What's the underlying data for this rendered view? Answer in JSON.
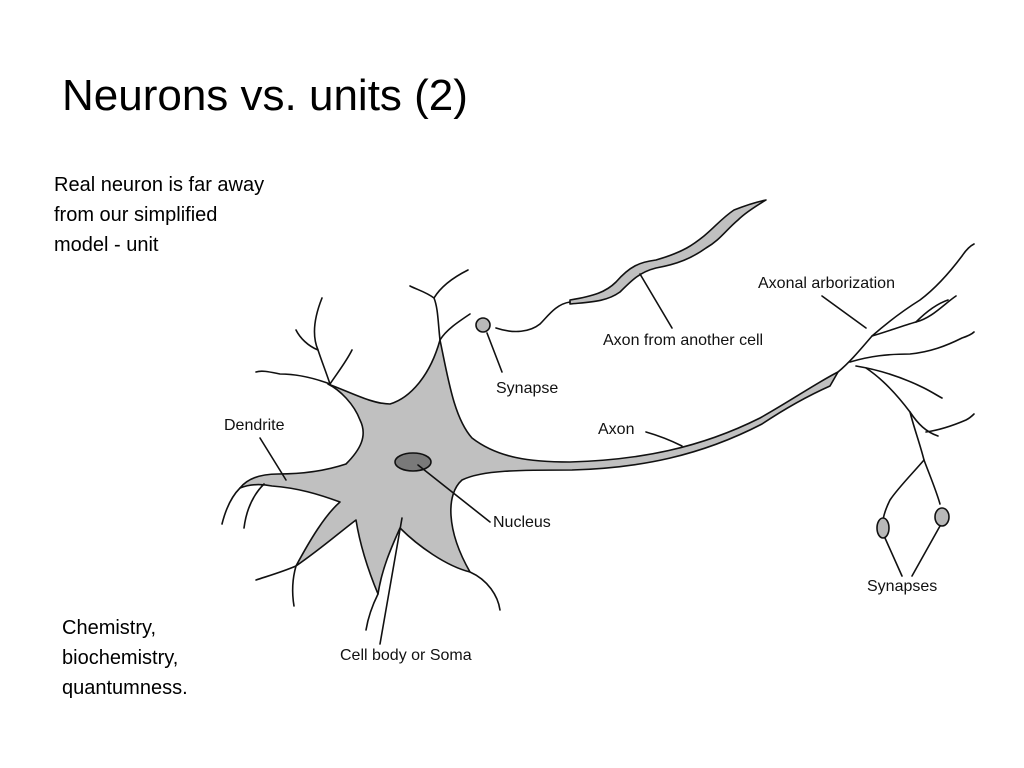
{
  "slide": {
    "title": "Neurons vs. units (2)",
    "intro_lines": [
      "Real neuron is far away",
      "from our simplified",
      "model - unit"
    ],
    "outro_lines": [
      "Chemistry,",
      "biochemistry,",
      "quantumness."
    ]
  },
  "diagram": {
    "labels": {
      "dendrite": "Dendrite",
      "synapse": "Synapse",
      "axon_from_another_cell": "Axon from another cell",
      "axonal_arborization": "Axonal arborization",
      "axon": "Axon",
      "nucleus": "Nucleus",
      "cell_body": "Cell body or Soma",
      "synapses": "Synapses"
    },
    "colors": {
      "soma_fill": "#c0c0c0",
      "nucleus_fill": "#7a7a7a",
      "outline": "#111111"
    }
  }
}
